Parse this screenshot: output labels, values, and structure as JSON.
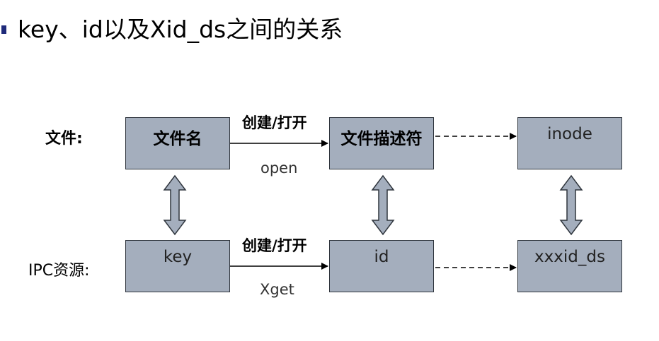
{
  "title": "key、id以及Xid_ds之间的关系",
  "rows": {
    "file": {
      "label": "文件:",
      "boxes": [
        "文件名",
        "文件描述符",
        "inode"
      ],
      "arrow_top": "创建/打开",
      "arrow_bottom": "open"
    },
    "ipc": {
      "label": "IPC资源:",
      "boxes": [
        "key",
        "id",
        "xxxid_ds"
      ],
      "arrow_top": "创建/打开",
      "arrow_bottom": "Xget"
    }
  },
  "colors": {
    "box_fill": "#a4aebd",
    "box_border": "#2f353d",
    "bullet": "#1f2a7a",
    "double_arrow_fill": "#a4aebd"
  }
}
